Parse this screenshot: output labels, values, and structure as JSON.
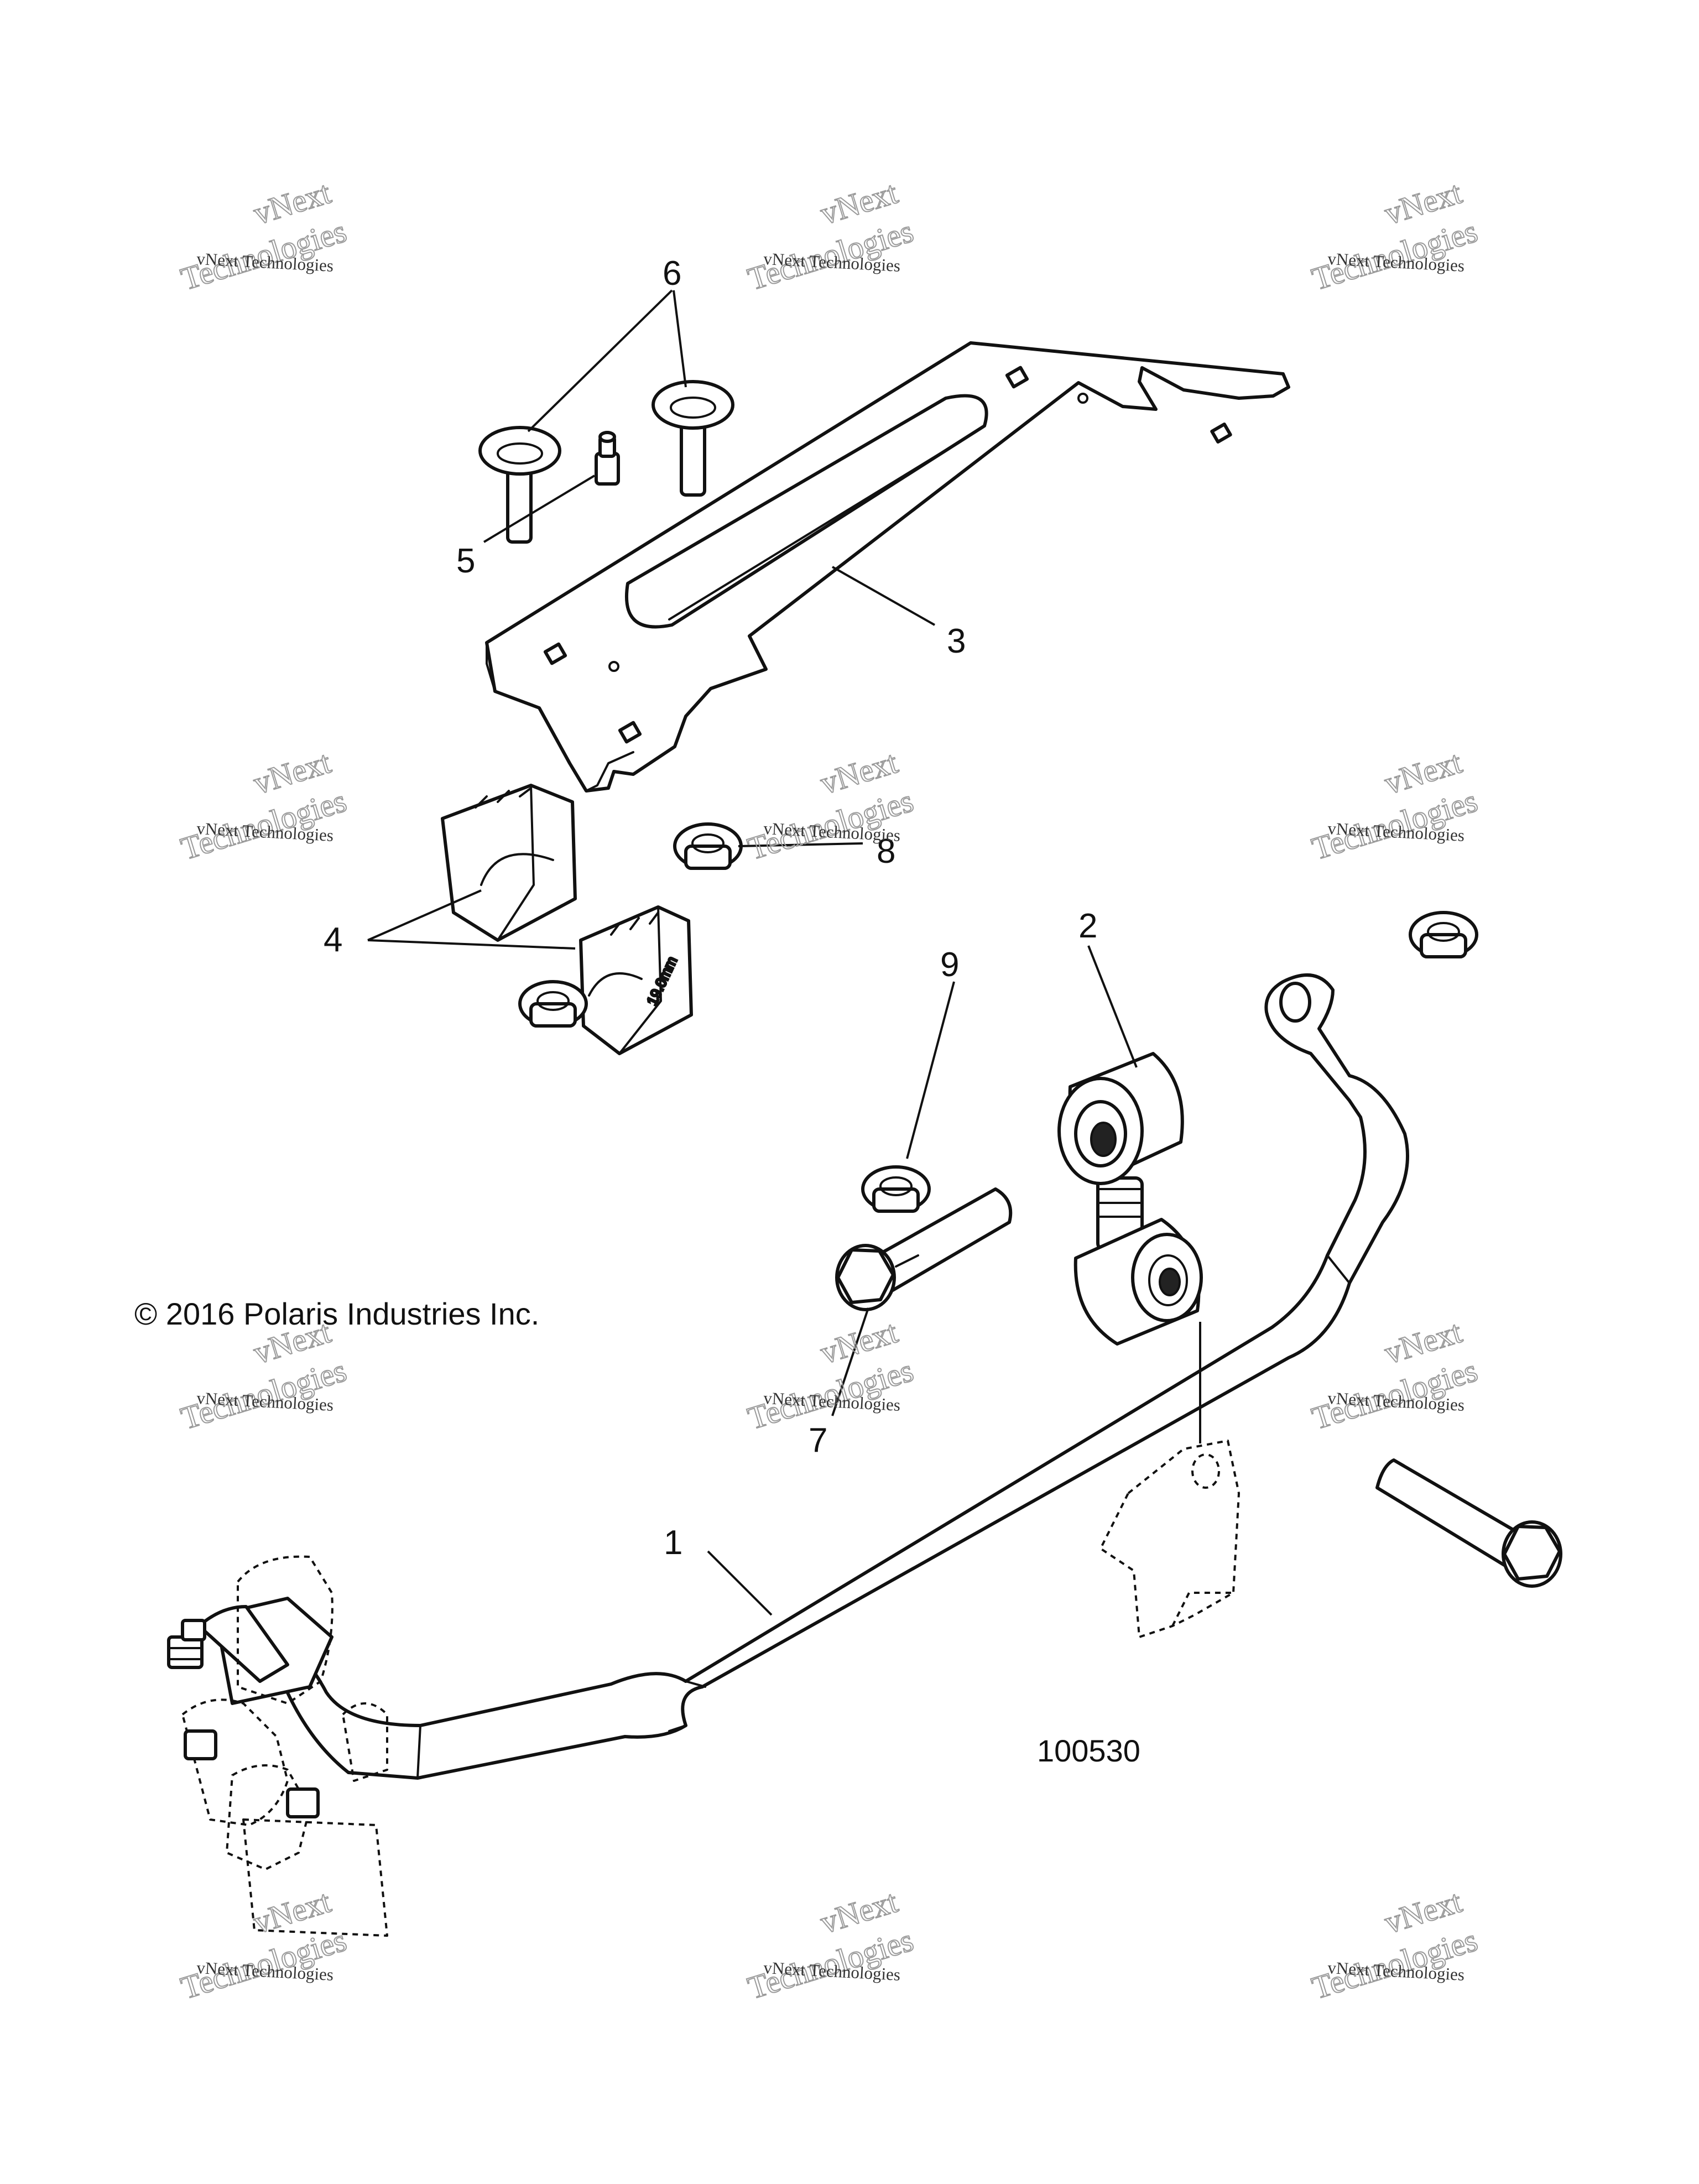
{
  "copyright": "© 2016 Polaris Industries Inc.",
  "diagram_number": "100530",
  "watermark": {
    "line1": "vNext",
    "line2": "Technologies",
    "small": "vNext Technologies"
  },
  "callouts": [
    "1",
    "2",
    "3",
    "4",
    "5",
    "6",
    "7",
    "8",
    "9"
  ]
}
